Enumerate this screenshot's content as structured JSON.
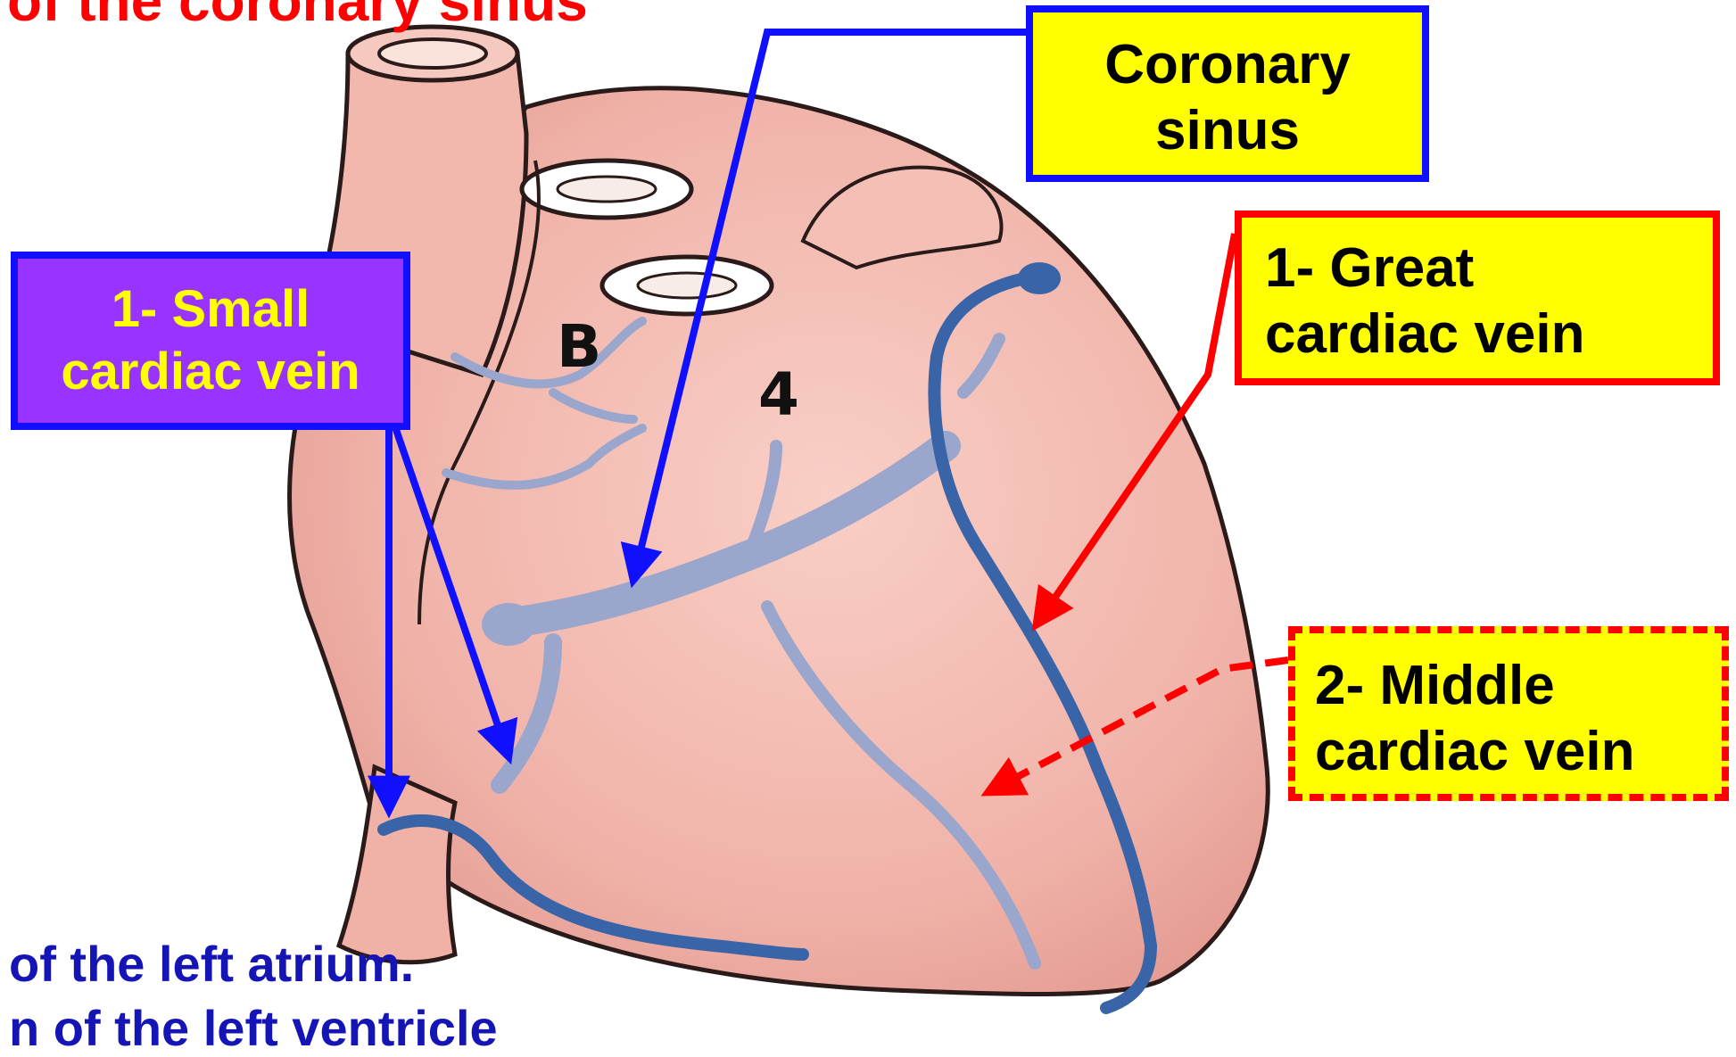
{
  "heading_partial": "of the coronary sinus",
  "labels": {
    "coronary_sinus": {
      "line1": "Coronary",
      "line2": "sinus"
    },
    "great_cardiac_vein": {
      "line1": "1- Great",
      "line2": "cardiac vein"
    },
    "middle_cardiac_vein": {
      "line1": "2- Middle",
      "line2": "cardiac vein"
    },
    "small_cardiac_vein": {
      "line1": "1- Small",
      "line2": "cardiac vein"
    }
  },
  "markers": {
    "b": "B",
    "four": "4"
  },
  "footnotes": {
    "line1": "of the left atrium.",
    "line2": "n of the left ventricle"
  },
  "colors": {
    "heart_fill": "#f2b7ae",
    "heart_outline": "#2a1a1a",
    "vein_blue": "#3a64a8",
    "vein_faded": "#9aa6cc",
    "arrow_blue": "#1010ff",
    "arrow_red": "#ff0000",
    "label_yellow": "#ffff00",
    "label_purple": "#9933ff",
    "footnote_blue": "#1515b5"
  }
}
